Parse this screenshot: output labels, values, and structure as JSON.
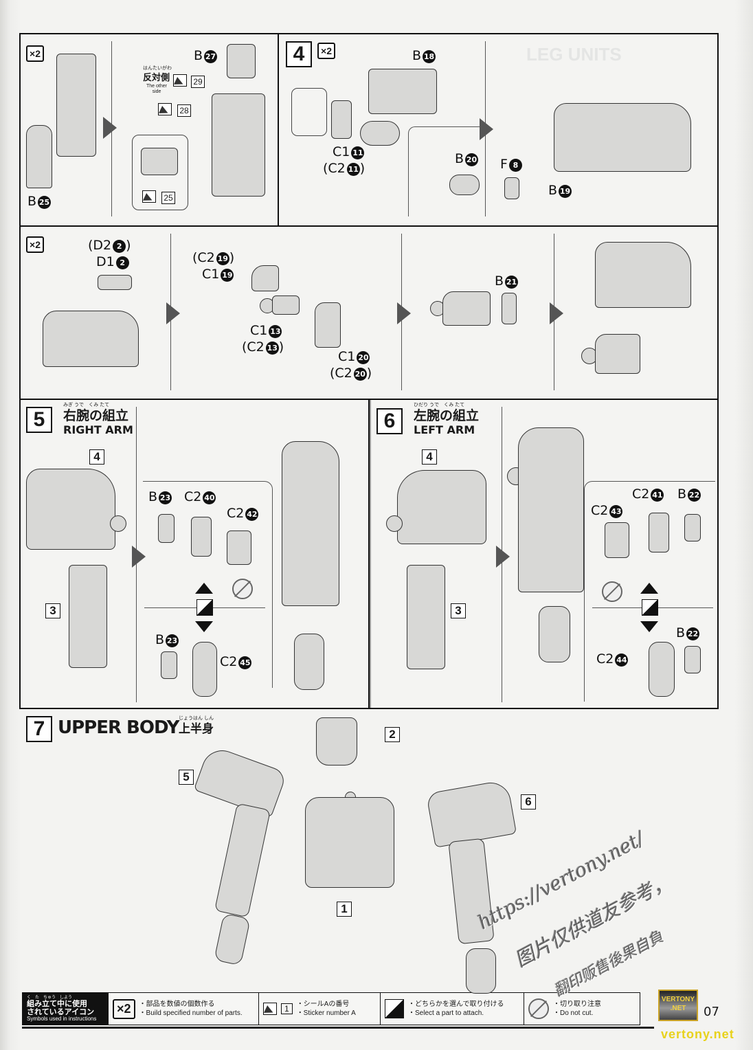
{
  "panel_top_left": {
    "multiplier": "×2",
    "parts": {
      "b25": {
        "letter": "B",
        "num": "25"
      },
      "b27": {
        "letter": "B",
        "num": "27"
      }
    },
    "other_side_furigana": "はんたいがわ",
    "other_side_jp": "反対側",
    "other_side_en": "The other side",
    "stickers": [
      "29",
      "28",
      "25"
    ]
  },
  "step4": {
    "number": "4",
    "multiplier": "×2",
    "parts": {
      "b18": {
        "letter": "B",
        "num": "18"
      },
      "c1_11": {
        "letter": "C1",
        "num": "11"
      },
      "c2_11": {
        "letter": "(C2",
        "num": "11",
        "close": ")"
      },
      "b20": {
        "letter": "B",
        "num": "20"
      },
      "f8": {
        "letter": "F",
        "num": "8"
      },
      "b19": {
        "letter": "B",
        "num": "19"
      }
    },
    "ghost_text": "LEG UNITS"
  },
  "panel_mid": {
    "multiplier": "×2",
    "parts": {
      "d2_2": {
        "letter": "(D2",
        "num": "2",
        "close": ")"
      },
      "d1_2": {
        "letter": "D1",
        "num": "2"
      },
      "c2_19": {
        "letter": "(C2",
        "num": "19",
        "close": ")"
      },
      "c1_19": {
        "letter": "C1",
        "num": "19"
      },
      "c1_13": {
        "letter": "C1",
        "num": "13"
      },
      "c2_13": {
        "letter": "(C2",
        "num": "13",
        "close": ")"
      },
      "c1_20": {
        "letter": "C1",
        "num": "20"
      },
      "c2_20": {
        "letter": "(C2",
        "num": "20",
        "close": ")"
      },
      "b21": {
        "letter": "B",
        "num": "21"
      }
    }
  },
  "step5": {
    "number": "5",
    "title_furigana": "みぎ うで　くみ たて",
    "title_jp": "右腕の組立",
    "title_en": "RIGHT ARM",
    "refs": [
      "4",
      "3"
    ],
    "parts": {
      "b23a": {
        "letter": "B",
        "num": "23"
      },
      "c2_40": {
        "letter": "C2",
        "num": "40"
      },
      "c2_42": {
        "letter": "C2",
        "num": "42"
      },
      "b23b": {
        "letter": "B",
        "num": "23"
      },
      "c2_45": {
        "letter": "C2",
        "num": "45"
      }
    }
  },
  "step6": {
    "number": "6",
    "title_furigana": "ひだり うで　くみ たて",
    "title_jp": "左腕の組立",
    "title_en": "LEFT ARM",
    "refs": [
      "4",
      "3"
    ],
    "parts": {
      "c2_41": {
        "letter": "C2",
        "num": "41"
      },
      "b22a": {
        "letter": "B",
        "num": "22"
      },
      "c2_43": {
        "letter": "C2",
        "num": "43"
      },
      "b22b": {
        "letter": "B",
        "num": "22"
      },
      "c2_44": {
        "letter": "C2",
        "num": "44"
      }
    }
  },
  "step7": {
    "number": "7",
    "title_en": "UPPER BODY",
    "title_furigana": "じょうはん しん",
    "title_jp": "上半身",
    "refs": {
      "head": "2",
      "right_arm": "5",
      "left_arm": "6",
      "torso": "1"
    }
  },
  "footer": {
    "head_furigana": "く　た　ちゅう　しよう",
    "head_jp_1": "組み立て中に使用",
    "head_jp_2": "されているアイコン",
    "head_en": "Symbols used in instructions",
    "items": [
      {
        "icon": "multiplier-icon",
        "icon_text": "×2",
        "jp": "・部品を数値の個数作る",
        "en": "・Build specified number of parts."
      },
      {
        "icon": "sticker-icon",
        "icon_text": "1",
        "jp": "・シールAの番号",
        "en": "・Sticker number A"
      },
      {
        "icon": "select-icon",
        "jp": "・どちらかを選んで取り付ける",
        "en": "・Select a part to attach."
      },
      {
        "icon": "no-cut-icon",
        "jp": "・切り取り注意",
        "en": "・Do not cut."
      }
    ]
  },
  "page_number": "07",
  "watermark": {
    "url": "https://vertony.net/",
    "line2": "图片仅供道友参考，",
    "line3": "翻印贩售後果自負",
    "badge_1": "VERTONY",
    "badge_2": ".NET",
    "corner": "vertony.net"
  }
}
